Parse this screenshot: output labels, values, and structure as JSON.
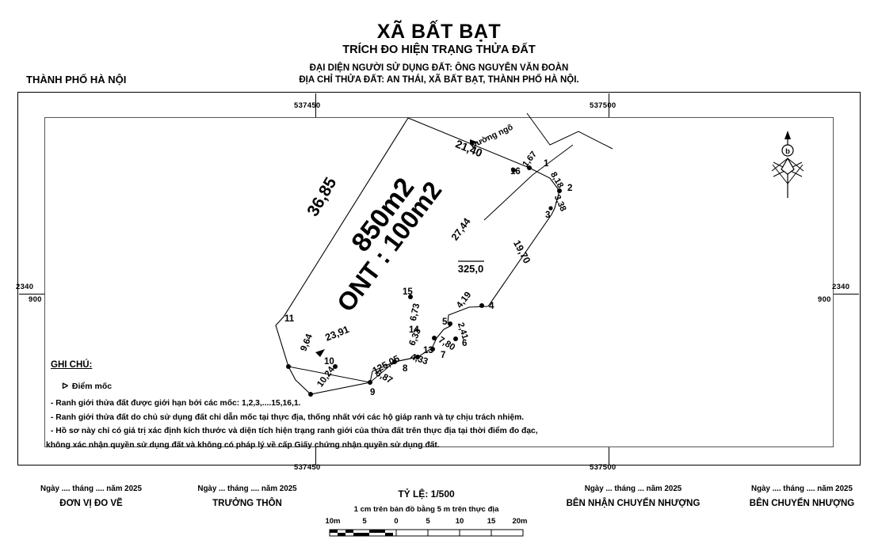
{
  "header": {
    "title": "XÃ BẤT BẠT",
    "subtitle": "TRÍCH ĐO HIỆN TRẠNG THỬA ĐẤT",
    "representative": "ĐẠI DIỆN NGƯỜI SỬ DỤNG ĐẤT: ÔNG NGUYỄN VĂN ĐOÀN",
    "address": "ĐỊA CHỈ THỬA ĐẤT: AN THÁI, XÃ BẤT BẠT, THÀNH PHỐ HÀ NỘI.",
    "city": "THÀNH PHỐ HÀ NỘI"
  },
  "grid": {
    "x_top_left": "537450",
    "x_top_right": "537500",
    "x_bottom_left": "537450",
    "x_bottom_right": "537500",
    "y_left_upper": "2340",
    "y_left_lower": "900",
    "y_right_upper": "2340",
    "y_right_lower": "900"
  },
  "parcel": {
    "area_label": "850m2",
    "use_label": "ONT : 100m2",
    "sheet_label": "325,0",
    "road_label": "Đường ngõ",
    "vertices": [
      "1",
      "2",
      "3",
      "4",
      "5",
      "6",
      "7",
      "8",
      "9",
      "10",
      "11",
      "13",
      "14",
      "15",
      "16"
    ],
    "edge_lengths": {
      "top_left": "36,85",
      "top": "21,40",
      "v16_1": "1,67",
      "v1_2": "8,18",
      "v2_3": "3,38",
      "v3_4": "19,70",
      "v4_5": "4,19",
      "v5_6": "2,41",
      "v6_7": "7,80",
      "v7_8": "4,33",
      "v8_9": "6,87",
      "v9_10": "10,24",
      "v10_11": "9,64",
      "v11_mid": "23,91",
      "mid_13": "125,05",
      "v13_14": "6,33",
      "v14_15": "6,73",
      "v15_16": "27,44"
    }
  },
  "compass": {
    "letter": "b"
  },
  "notes": {
    "title": "GHI CHÚ:",
    "legend_marker": "Điểm mốc",
    "lines": [
      "- Ranh giới thửa đất được giới hạn bởi các mốc: 1,2,3,....15,16,1.",
      "- Ranh giới thửa đất do chủ sử dụng đất chỉ dẫn mốc tại thực địa, thống nhất với các hộ giáp ranh và tự chịu trách nhiệm.",
      "- Hồ sơ này chỉ có giá trị  xác định kích thước và diện tích hiện trạng ranh giới của thửa đất trên thực địa tại thời điểm đo đạc,",
      "không xác nhận quyền sử dụng đất và không có pháp lý về cấp Giấy chứng nhận quyền sử dụng đất."
    ]
  },
  "scale": {
    "title": "TỶ LỆ: 1/500",
    "subtitle": "1 cm trên bản đồ bằng 5 m trên thực địa",
    "ticks": [
      "10m",
      "5",
      "0",
      "5",
      "10",
      "15",
      "20m"
    ]
  },
  "signatures": [
    {
      "date": "Ngày .... tháng .... năm 2025",
      "name": "ĐƠN VỊ ĐO VẼ"
    },
    {
      "date": "Ngày ... tháng .... năm 2025",
      "name": "TRƯỞNG THÔN"
    },
    {
      "date": "Ngày ... tháng ... năm 2025",
      "name": "BÊN NHẬN CHUYỂN NHƯỢNG"
    },
    {
      "date": "Ngày .... tháng .... năm 2025",
      "name": "BÊN CHUYỂN NHƯỢNG"
    }
  ]
}
